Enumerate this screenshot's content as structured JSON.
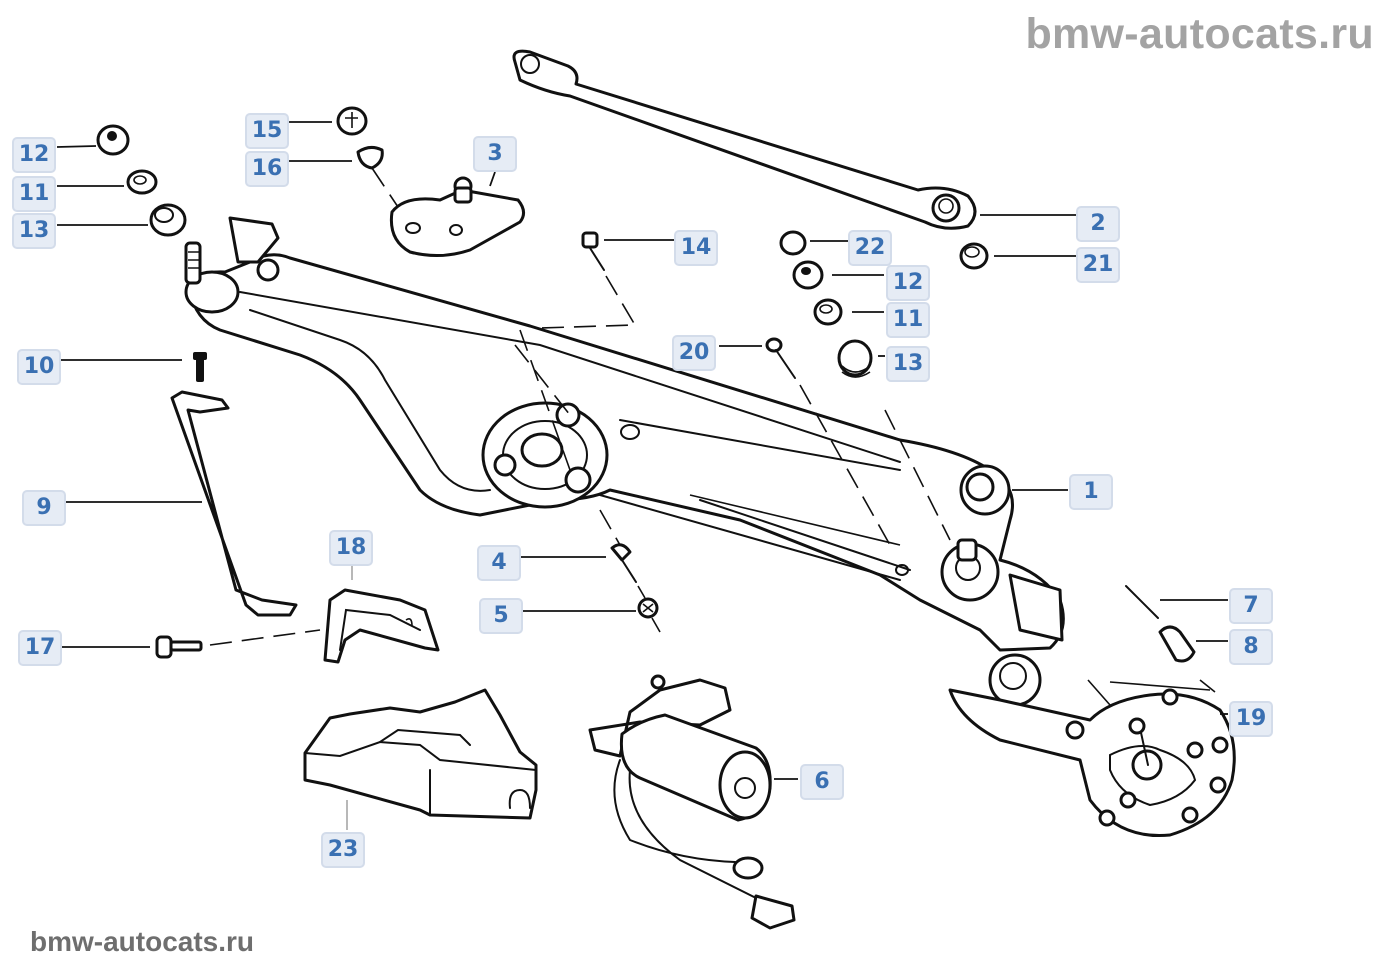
{
  "watermarks": {
    "top_right": "bmw-autocats.ru",
    "bottom_left": "bmw-autocats.ru"
  },
  "diagram": {
    "subject": "Windshield wiper linkage assembly",
    "colors": {
      "callout_bg": "#e6ecf5",
      "callout_border": "#d3dcea",
      "callout_text": "#3a70b2",
      "line_art": "#111111",
      "watermark_top": "#a3a3a3",
      "watermark_bottom": "#6e6e6e"
    },
    "callouts": [
      {
        "id": "c12a",
        "label": "12",
        "part": "hex nut"
      },
      {
        "id": "c11a",
        "label": "11",
        "part": "washer"
      },
      {
        "id": "c13a",
        "label": "13",
        "part": "bushing"
      },
      {
        "id": "c15",
        "label": "15",
        "part": "cap nut"
      },
      {
        "id": "c16",
        "label": "16",
        "part": "grommet"
      },
      {
        "id": "c3",
        "label": "3",
        "part": "pivot bracket"
      },
      {
        "id": "c14",
        "label": "14",
        "part": "screw"
      },
      {
        "id": "c22",
        "label": "22",
        "part": "cap"
      },
      {
        "id": "c12b",
        "label": "12",
        "part": "hex nut"
      },
      {
        "id": "c11b",
        "label": "11",
        "part": "washer"
      },
      {
        "id": "c13b",
        "label": "13",
        "part": "bushing"
      },
      {
        "id": "c20",
        "label": "20",
        "part": "screw"
      },
      {
        "id": "c2",
        "label": "2",
        "part": "connecting rod"
      },
      {
        "id": "c21",
        "label": "21",
        "part": "bushing"
      },
      {
        "id": "c10",
        "label": "10",
        "part": "bolt"
      },
      {
        "id": "c9",
        "label": "9",
        "part": "support strut"
      },
      {
        "id": "c1",
        "label": "1",
        "part": "wiper linkage frame"
      },
      {
        "id": "c18",
        "label": "18",
        "part": "bracket"
      },
      {
        "id": "c4",
        "label": "4",
        "part": "screw"
      },
      {
        "id": "c5",
        "label": "5",
        "part": "nut"
      },
      {
        "id": "c17",
        "label": "17",
        "part": "bolt"
      },
      {
        "id": "c7",
        "label": "7",
        "part": "pin"
      },
      {
        "id": "c8",
        "label": "8",
        "part": "sleeve"
      },
      {
        "id": "c19",
        "label": "19",
        "part": "gearbox cover"
      },
      {
        "id": "c6",
        "label": "6",
        "part": "wiper motor"
      },
      {
        "id": "c23",
        "label": "23",
        "part": "cover"
      }
    ]
  }
}
